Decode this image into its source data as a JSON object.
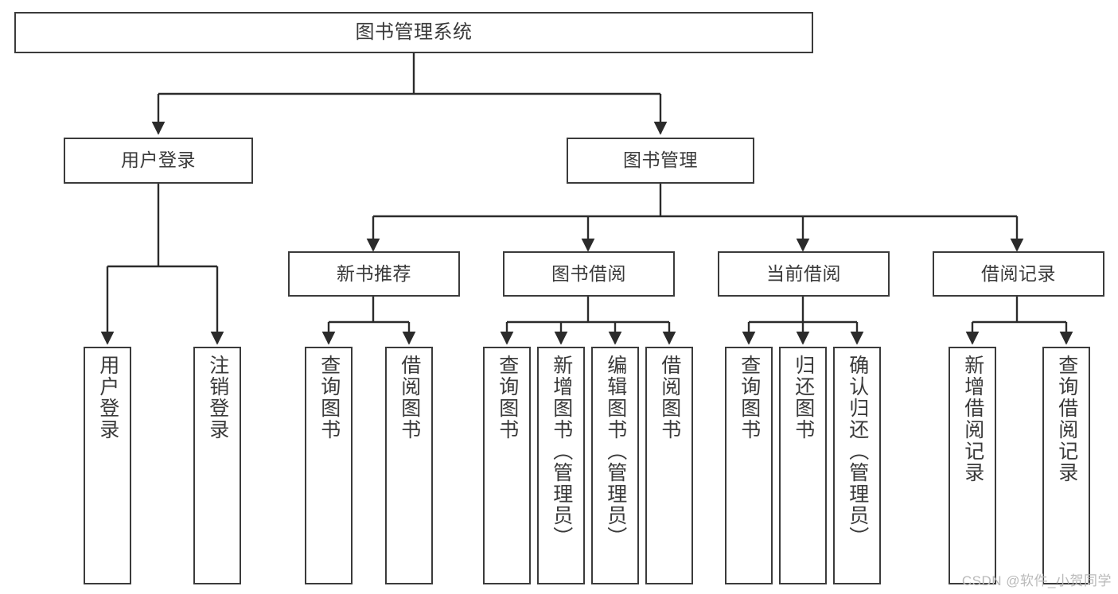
{
  "diagram": {
    "type": "tree-hierarchy",
    "title": "图书管理系统",
    "watermark": "CSDN @软件_小贺同学",
    "colors": {
      "box_border": "#3b3b3b",
      "box_fill": "#ffffff",
      "connector": "#2b2b2b",
      "text": "#3a3a3a",
      "watermark": "#b9b9b9",
      "background": "#ffffff"
    },
    "root": {
      "label": "图书管理系统"
    },
    "level2": [
      {
        "label": "用户登录"
      },
      {
        "label": "图书管理"
      }
    ],
    "level3": [
      {
        "label": "新书推荐"
      },
      {
        "label": "图书借阅"
      },
      {
        "label": "当前借阅"
      },
      {
        "label": "借阅记录"
      }
    ],
    "leaves": {
      "user_login": [
        {
          "label": "用户登录"
        },
        {
          "label": "注销登录"
        }
      ],
      "new_book_recommend": [
        {
          "label": "查询图书"
        },
        {
          "label": "借阅图书"
        }
      ],
      "book_borrow": [
        {
          "label": "查询图书"
        },
        {
          "label": "新增图书（管理员）"
        },
        {
          "label": "编辑图书（管理员）"
        },
        {
          "label": "借阅图书"
        }
      ],
      "current_borrow": [
        {
          "label": "查询图书"
        },
        {
          "label": "归还图书"
        },
        {
          "label": "确认归还（管理员）"
        }
      ],
      "borrow_records": [
        {
          "label": "新增借阅记录"
        },
        {
          "label": "查询借阅记录"
        }
      ]
    }
  }
}
